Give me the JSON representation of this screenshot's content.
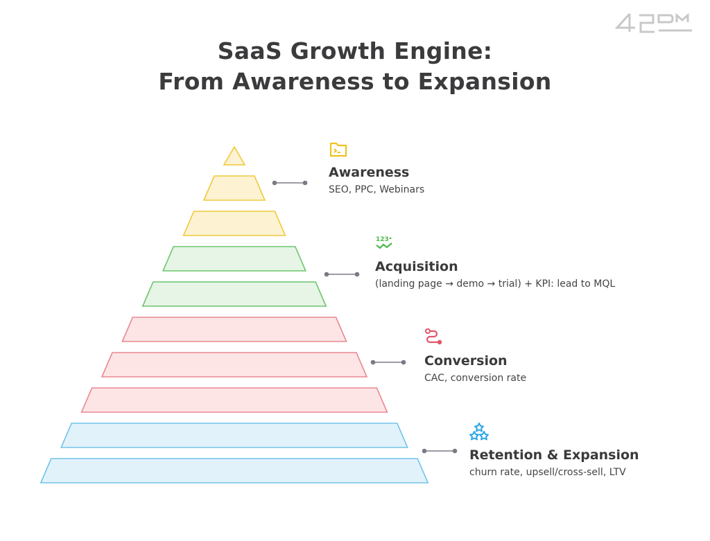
{
  "title_line1": "SaaS Growth Engine:",
  "title_line2": "From Awareness to Expansion",
  "logo": "42DM",
  "stages": [
    {
      "name": "Awareness",
      "desc": "SEO, PPC, Webinars",
      "icon": "terminal-folder-icon",
      "layers": 3,
      "fill": "#fdf3d2",
      "stroke": "#f0c93a"
    },
    {
      "name": "Acquisition",
      "desc": "(landing page → demo → trial) + KPI: lead to MQL",
      "icon": "numbers-trend-icon",
      "layers": 2,
      "fill": "#e7f5e7",
      "stroke": "#6cc56c"
    },
    {
      "name": "Conversion",
      "desc": "CAC, conversion rate",
      "icon": "route-icon",
      "layers": 3,
      "fill": "#fde5e6",
      "stroke": "#e98890"
    },
    {
      "name": "Retention & Expansion",
      "desc": "churn rate, upsell/cross-sell, LTV",
      "icon": "stars-icon",
      "layers": 2,
      "fill": "#e2f2fb",
      "stroke": "#72c4e8"
    }
  ]
}
